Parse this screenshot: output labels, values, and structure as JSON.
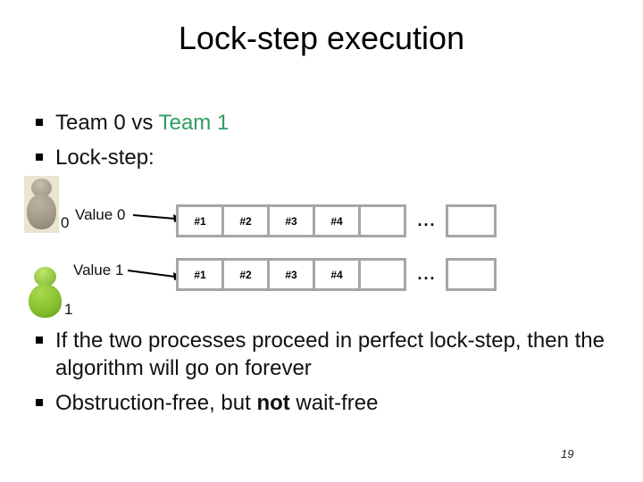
{
  "slide": {
    "title": "Lock-step execution",
    "page_number": "19"
  },
  "bullets_top": {
    "team_line": {
      "black_part": "Team 0 vs ",
      "green_part": "Team 1"
    },
    "lockstep_line": "Lock-step:"
  },
  "diagram": {
    "row0": {
      "actor_digit": "0",
      "value_label": "Value 0",
      "cells": [
        "#1",
        "#2",
        "#3",
        "#4",
        ""
      ],
      "ellipsis": "...",
      "tail": ""
    },
    "row1": {
      "actor_digit": "1",
      "value_label": "Value 1",
      "cells": [
        "#1",
        "#2",
        "#3",
        "#4",
        ""
      ],
      "ellipsis": "...",
      "tail": ""
    },
    "icons": {
      "actor0": "person-icon-gray",
      "actor1": "person-icon-green",
      "pointer": "arrow-right-icon"
    },
    "colors": {
      "box_border": "#a6a6a6",
      "team1_green": "#2f9e5f",
      "actor0_fill": "#a09786",
      "actor1_fill": "#8cc63f"
    }
  },
  "bullets_bottom": {
    "line1": "If the two processes proceed in perfect lock-step, then the algorithm will go on forever",
    "line2_before": "Obstruction-free, but ",
    "line2_bold": "not",
    "line2_after": " wait-free"
  }
}
